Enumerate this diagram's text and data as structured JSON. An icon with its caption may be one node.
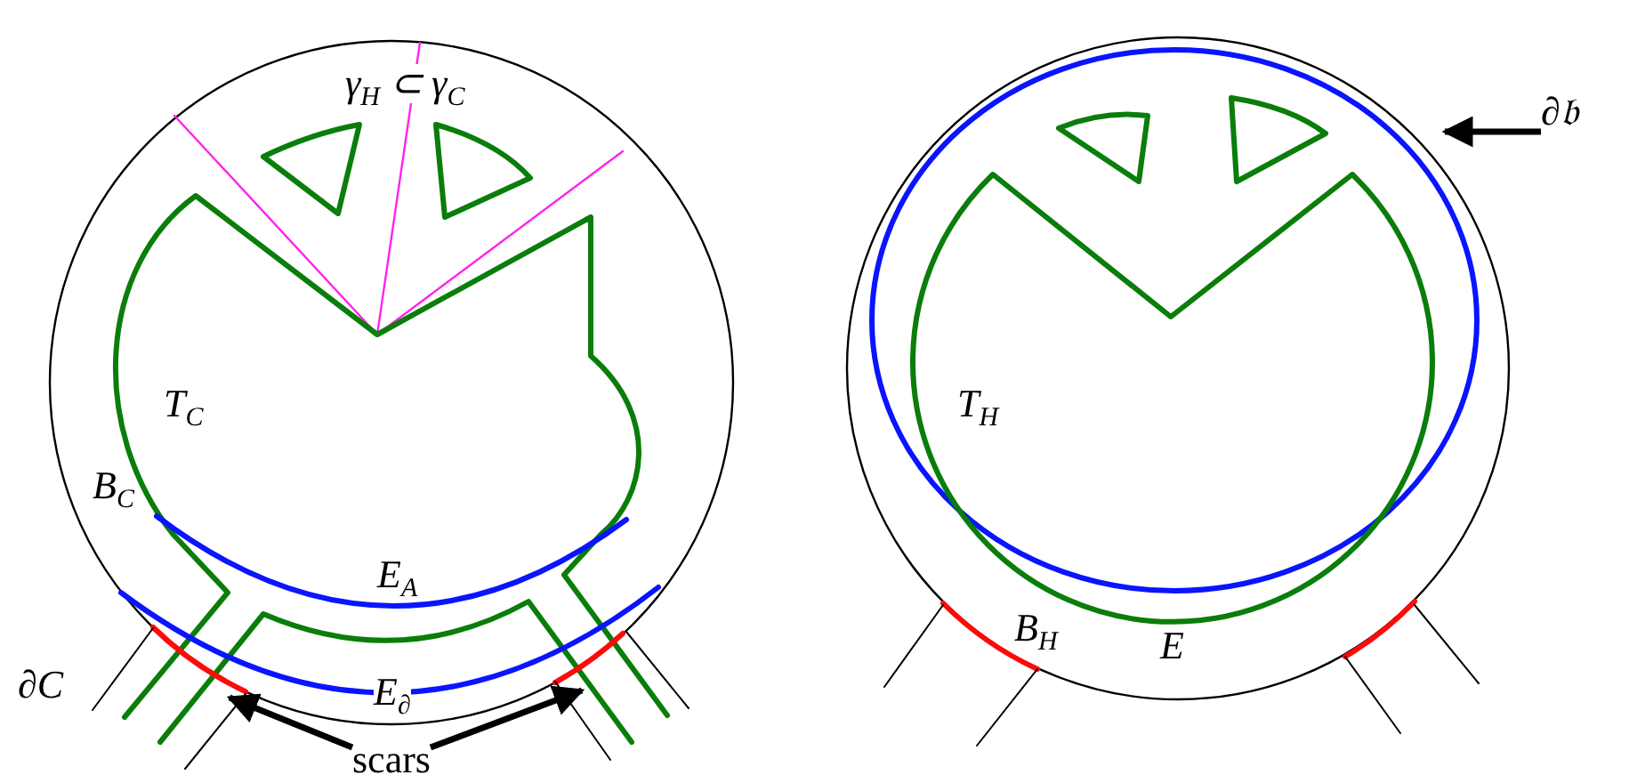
{
  "diagram": {
    "nodes": [
      {
        "text": [
          "scars"
        ]
      },
      {
        "text": [
          "∂𝔟"
        ]
      }
    ],
    "edges": [
      {
        "from": 0,
        "to": null,
        "arrow": "to"
      },
      {
        "from": 0,
        "to": null,
        "arrow": "to"
      },
      {
        "from": 1,
        "to": null,
        "arrow": "to"
      }
    ],
    "labels": [
      "γ$_{H}$ ⊂ γ$_{C}$",
      "T$_{C}$",
      "B$_{C}$",
      "E$_{A}$",
      "∂C",
      "E$_{∂}$",
      "T$_{H}$",
      "B$_{H}$",
      "E"
    ]
  }
}
